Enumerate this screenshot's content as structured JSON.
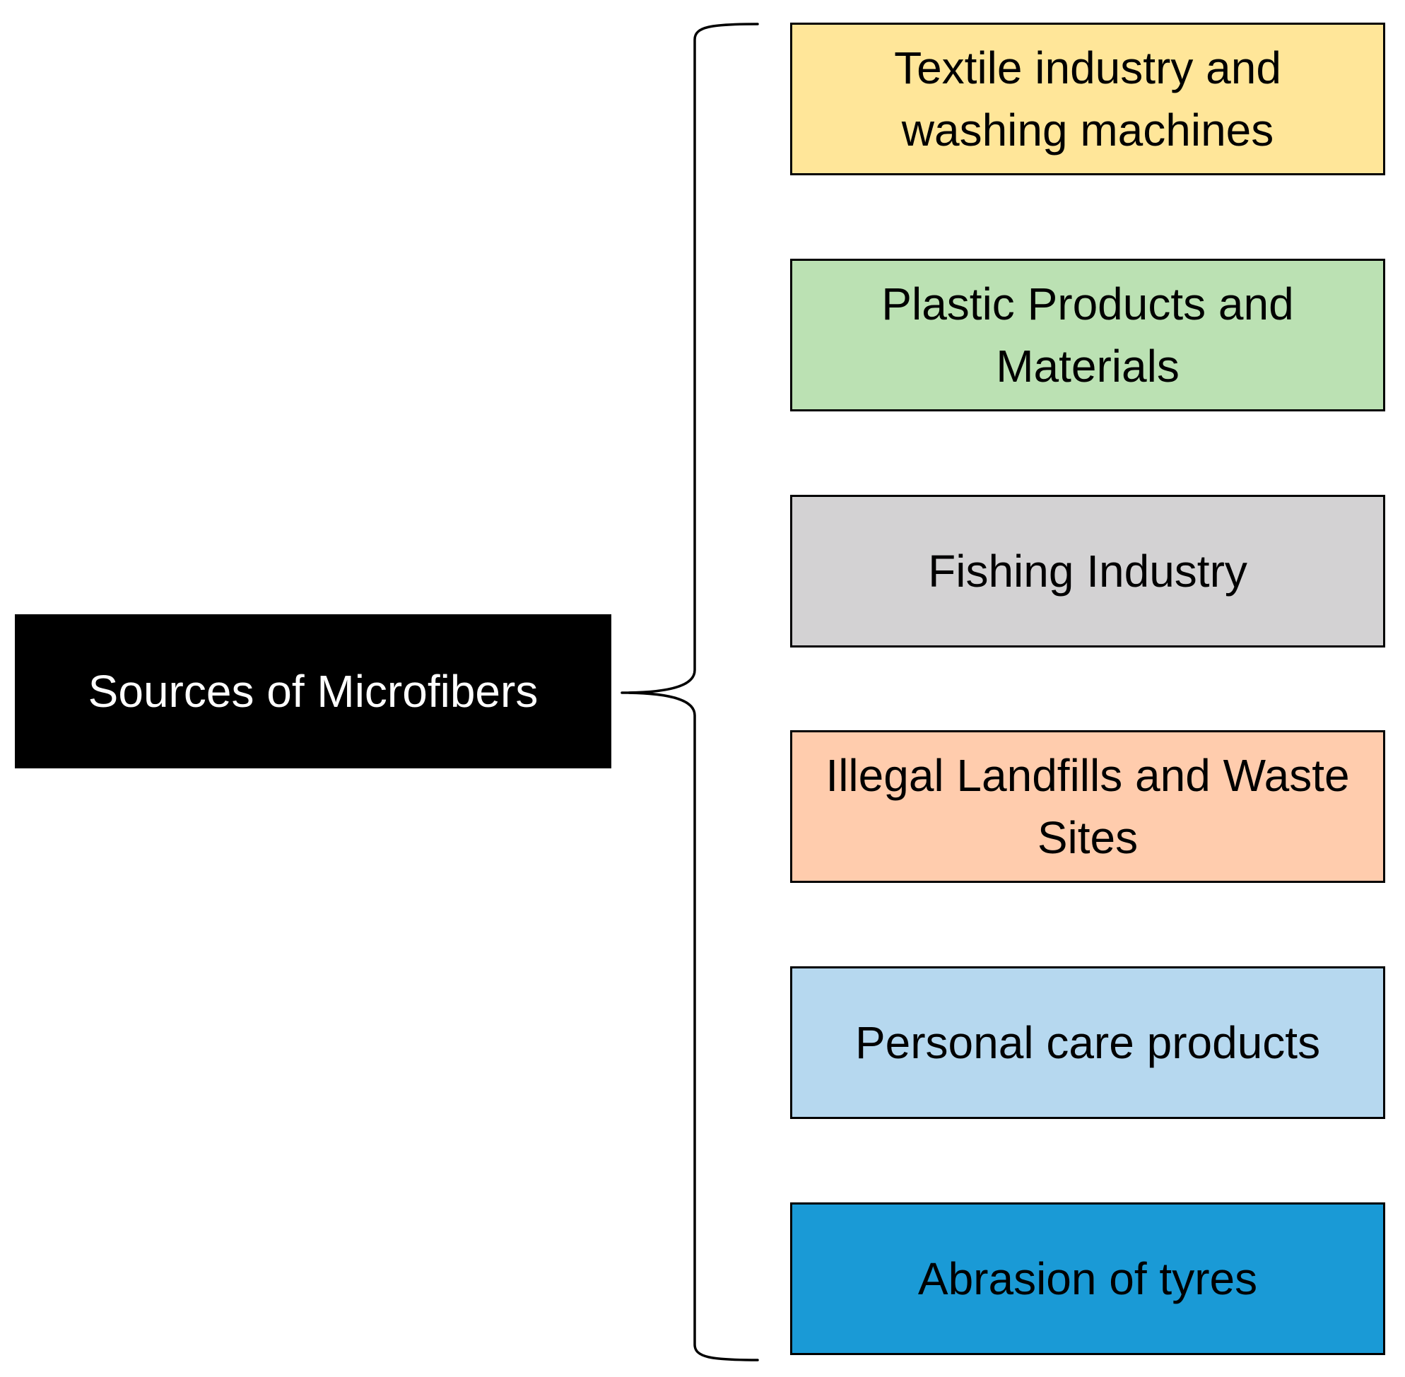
{
  "root": {
    "label": "Sources of Microfibers",
    "color": "#000000"
  },
  "sources": [
    {
      "label": "Textile industry and washing machines",
      "color": "#ffe699"
    },
    {
      "label": "Plastic Products and Materials",
      "color": "#bbe1b3"
    },
    {
      "label": "Fishing Industry",
      "color": "#d3d2d3"
    },
    {
      "label": "Illegal Landfills and Waste Sites",
      "color": "#ffccad"
    },
    {
      "label": "Personal care products",
      "color": "#b6d8ef"
    },
    {
      "label": "Abrasion of tyres",
      "color": "#1a9ad6"
    }
  ]
}
